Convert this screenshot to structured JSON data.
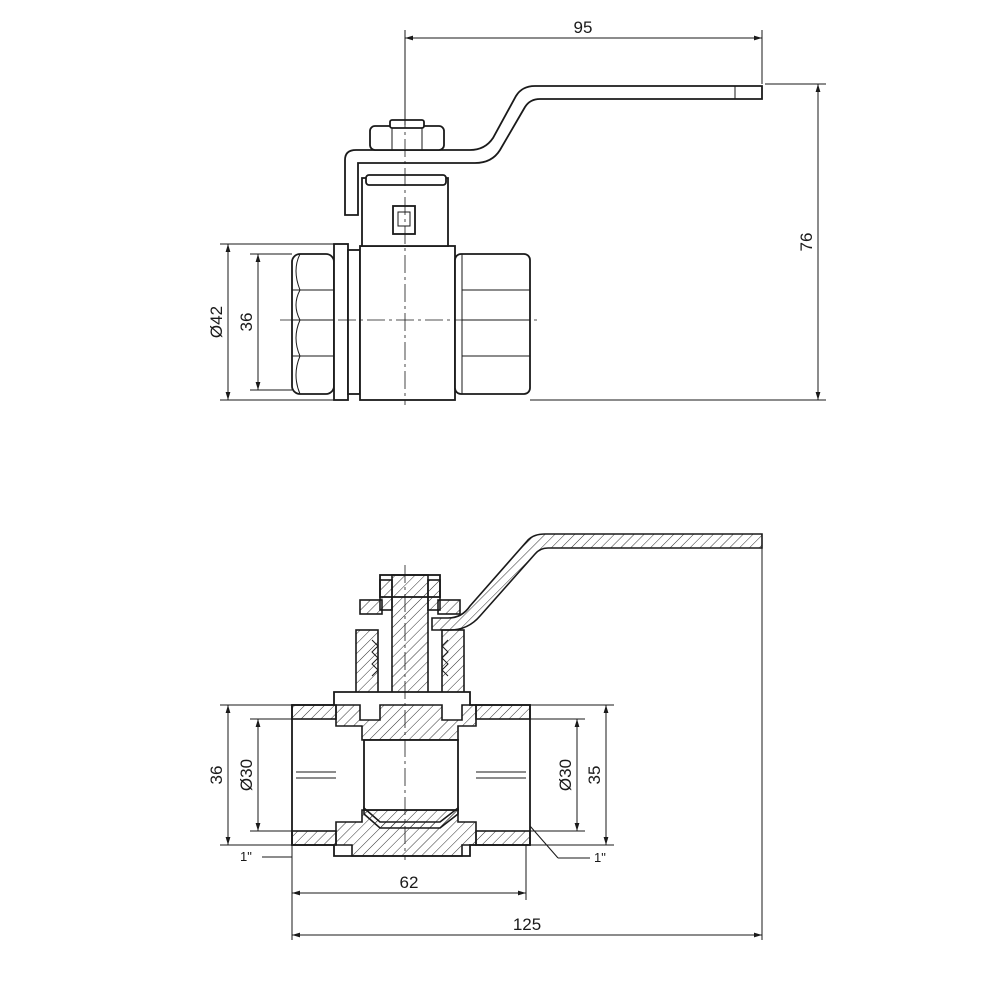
{
  "top_view": {
    "dim_width": "95",
    "dim_height": "76",
    "dim_outer_diameter": "Ø42",
    "dim_hex": "36"
  },
  "section_view": {
    "dim_left_hex": "36",
    "dim_left_bore": "Ø30",
    "dim_right_bore": "Ø30",
    "dim_right_hex": "35",
    "thread_left": "1\"",
    "thread_right": "1\"",
    "dim_body_length": "62",
    "dim_total_length": "125"
  }
}
